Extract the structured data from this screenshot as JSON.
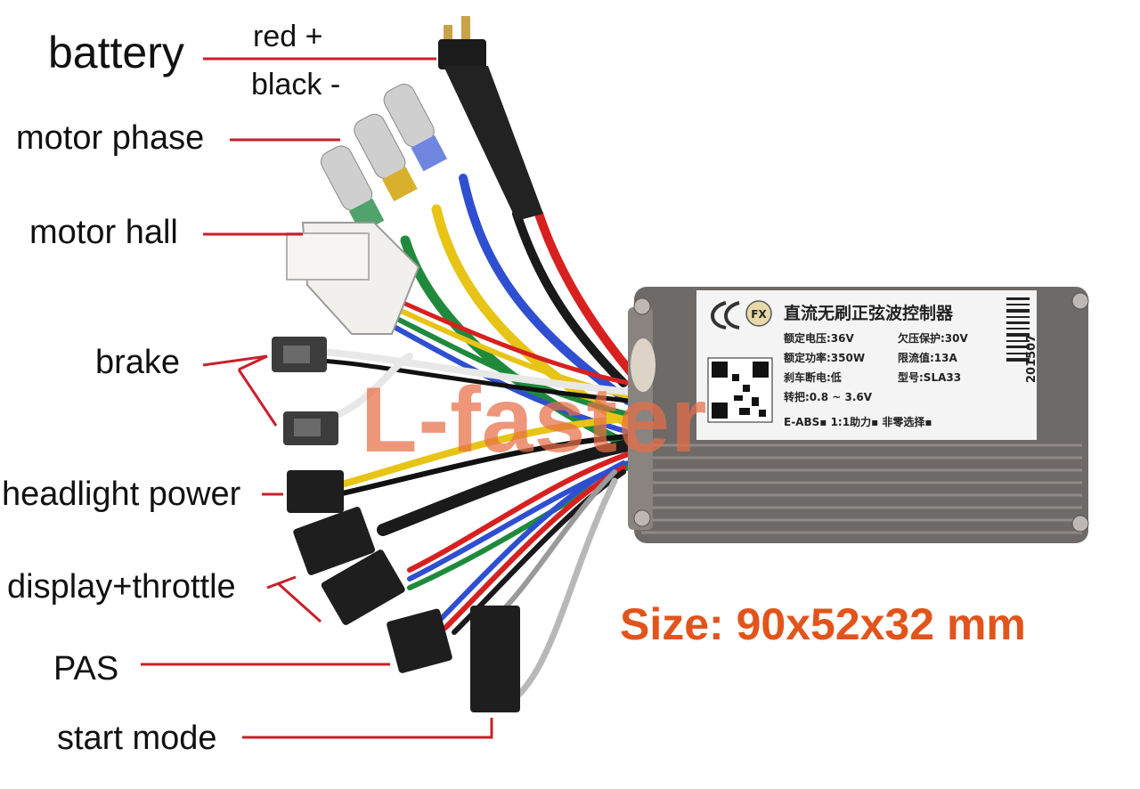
{
  "labels": {
    "battery": "battery",
    "red_plus": "red +",
    "black_minus": "black -",
    "motor_phase": "motor phase",
    "motor_hall": "motor hall",
    "brake": "brake",
    "headlight_power": "headlight power",
    "display_throttle": "display+throttle",
    "pas": "PAS",
    "start_mode": "start mode"
  },
  "size_text": "Size: 90x52x32 mm",
  "watermark": "L-faster",
  "controller_label": {
    "title": "直流无刷正弦波控制器",
    "rated_voltage": "额定电压:36V",
    "undervoltage": "欠压保护:30V",
    "rated_power": "额定功率:350W",
    "current_limit": "限流值:13A",
    "brake_cutoff": "刹车断电:低",
    "model": "型号:SLA33",
    "throttle_range": "转把:0.8 ~ 3.6V",
    "eabs": "E-ABS▪ 1:1助力▪ 非零选择▪",
    "date_code": "201507",
    "brand": "FX"
  },
  "colors": {
    "pointer_line": "#c8202a",
    "size_text": "#e2541c",
    "wire_red": "#d8201f",
    "wire_black": "#1a1a1a",
    "wire_blue": "#2f4fd0",
    "wire_yellow": "#e7c415",
    "wire_green": "#1f8a3c",
    "housing": "#6e6a68"
  }
}
